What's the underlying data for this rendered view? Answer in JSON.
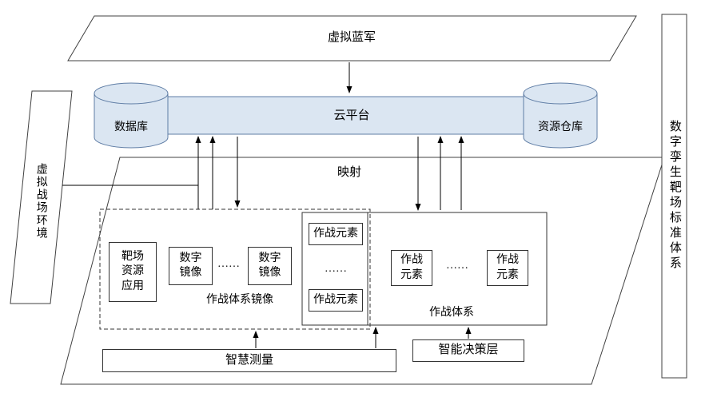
{
  "diagram": {
    "virtual_blue_army": "虚拟蓝军",
    "cloud_platform": "云平台",
    "database": "数据库",
    "resource_warehouse": "资源仓库",
    "virtual_battlefield_env": "虚拟战场环境",
    "mapping": "映射",
    "standard_system": "数字孪生靶场标准体系",
    "mirror_group": {
      "range_resource_app": "靶场\n资源\n应用",
      "digital_mirror_1": "数字\n镜像",
      "ellipsis": "……",
      "digital_mirror_2": "数字\n镜像",
      "caption": "作战体系镜像"
    },
    "combat_system": {
      "element_row_1": "作战元素",
      "ellipsis_column": "……",
      "element_row_2": "作战元素",
      "element_a": "作战\n元素",
      "ellipsis_row": "……",
      "element_b": "作战\n元素",
      "caption": "作战体系"
    },
    "smart_measurement": "智慧测量",
    "intelligent_decision_layer": "智能决策层"
  },
  "colors": {
    "shape_fill": "#dbe6f2",
    "shape_stroke": "#5f7da5",
    "line": "#333333"
  }
}
